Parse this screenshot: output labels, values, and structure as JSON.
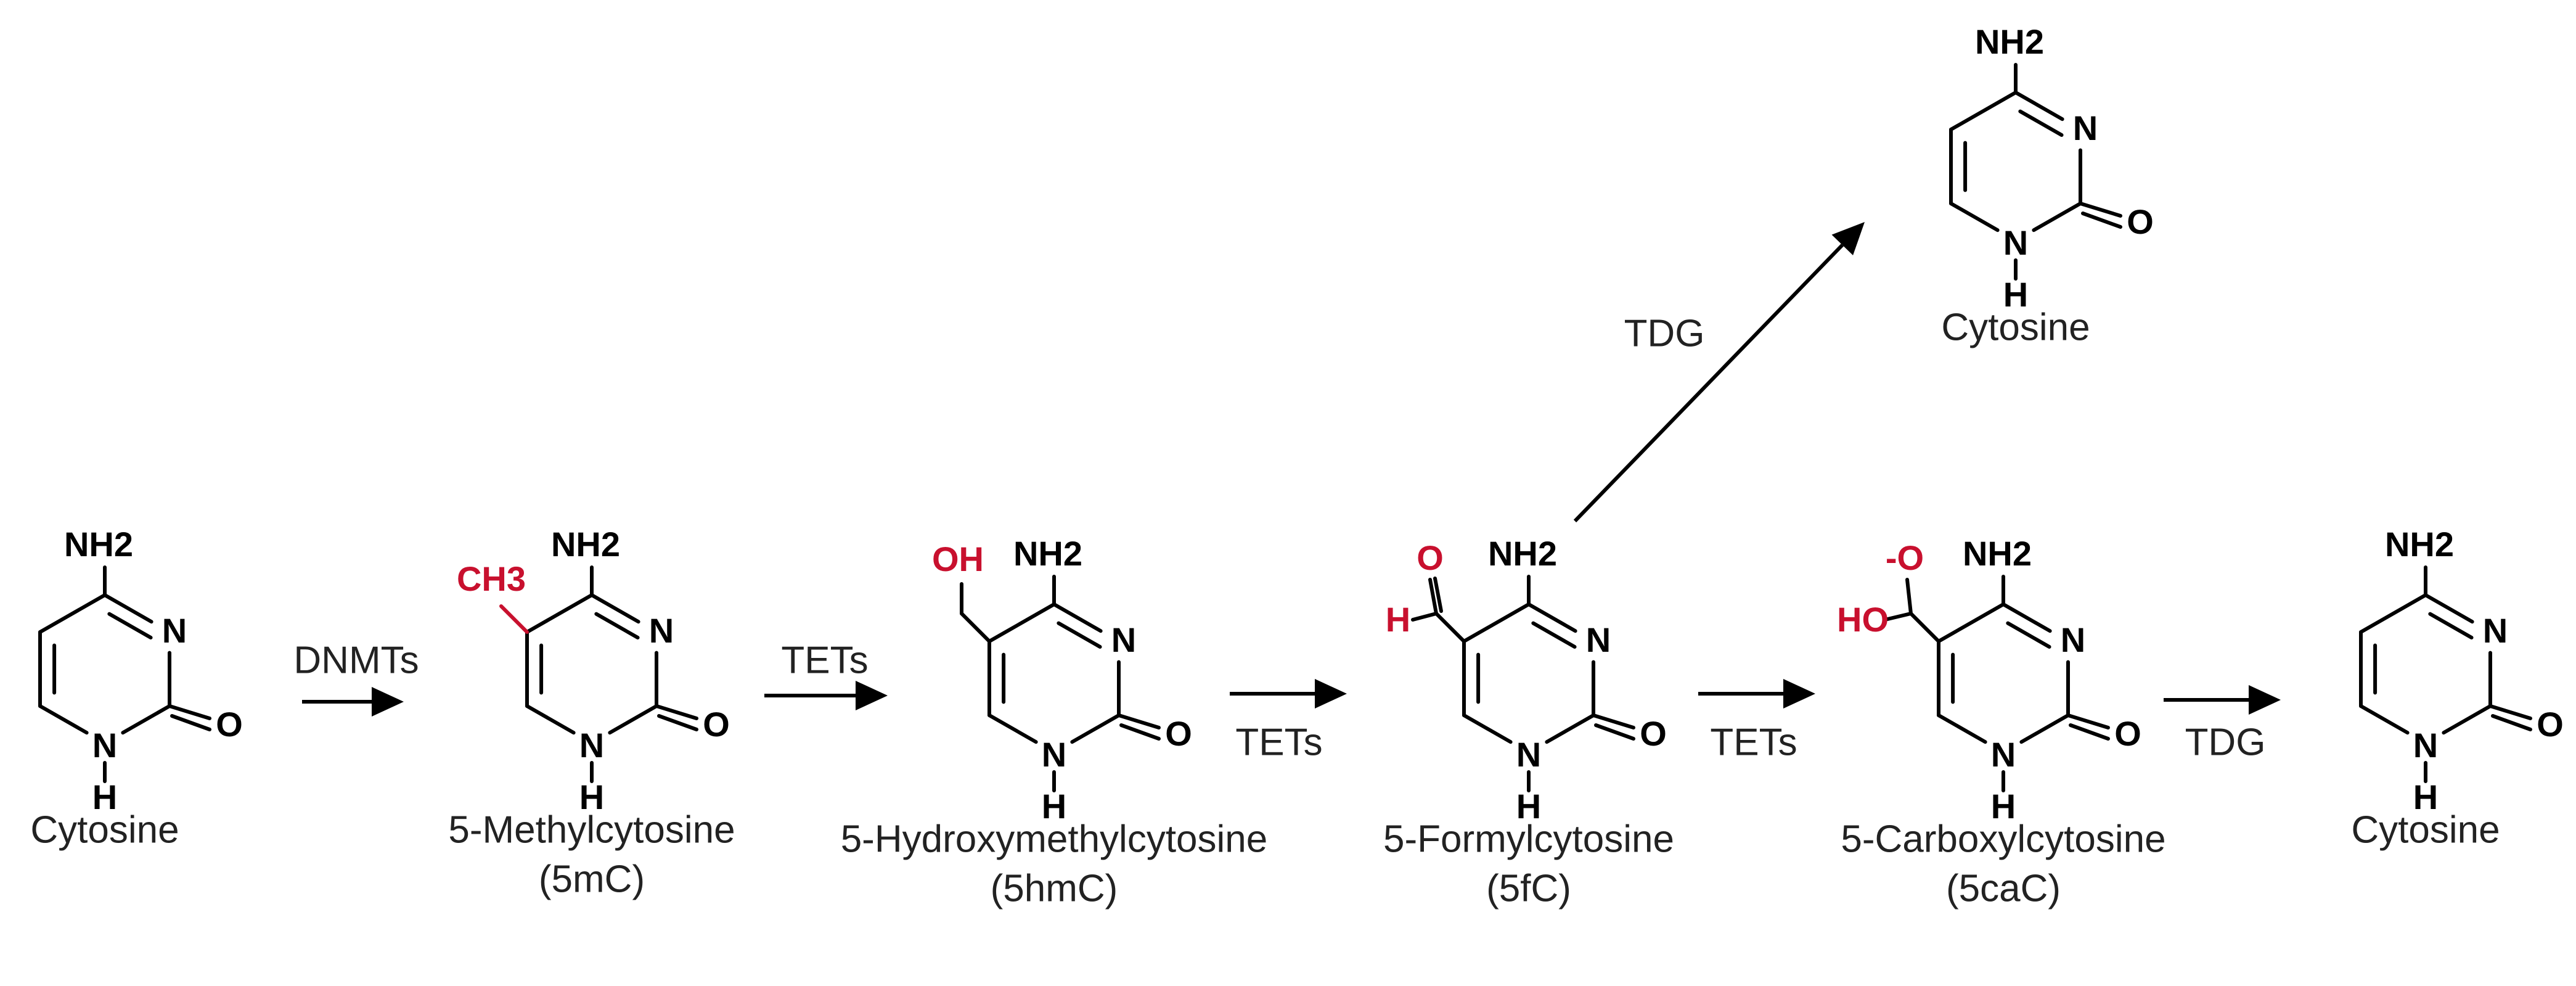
{
  "colors": {
    "bond": "#000000",
    "text": "#222222",
    "modification": "#c8102e"
  },
  "atoms": {
    "amine": "NH2",
    "ring_nitrogen": "N",
    "carbonyl_oxygen": "O",
    "ring_hydrogen": "H"
  },
  "molecules": [
    {
      "id": "cytosine",
      "name": "Cytosine",
      "abbr": "",
      "mod_kind": "none",
      "mod_labels": []
    },
    {
      "id": "5mc",
      "name": "5-Methylcytosine",
      "abbr": "(5mC)",
      "mod_kind": "methyl",
      "mod_labels": [
        "CH3"
      ]
    },
    {
      "id": "5hmc",
      "name": "5-Hydroxymethylcytosine",
      "abbr": "(5hmC)",
      "mod_kind": "hydroxymethyl",
      "mod_labels": [
        "OH"
      ]
    },
    {
      "id": "5fc",
      "name": "5-Formylcytosine",
      "abbr": "(5fC)",
      "mod_kind": "formyl",
      "mod_labels": [
        "O",
        "H"
      ]
    },
    {
      "id": "5cac",
      "name": "5-Carboxylcytosine",
      "abbr": "(5caC)",
      "mod_kind": "carboxyl",
      "mod_labels": [
        "-O",
        "HO"
      ]
    },
    {
      "id": "cytosine-end",
      "name": "Cytosine",
      "abbr": "",
      "mod_kind": "none",
      "mod_labels": []
    },
    {
      "id": "cytosine-top",
      "name": "Cytosine",
      "abbr": "",
      "mod_kind": "none",
      "mod_labels": []
    }
  ],
  "steps": [
    {
      "id": "dnmts",
      "enzyme": "DNMTs",
      "from": "cytosine",
      "to": "5mc",
      "label_side": "above"
    },
    {
      "id": "tets-1",
      "enzyme": "TETs",
      "from": "5mc",
      "to": "5hmc",
      "label_side": "above"
    },
    {
      "id": "tets-2",
      "enzyme": "TETs",
      "from": "5hmc",
      "to": "5fc",
      "label_side": "below"
    },
    {
      "id": "tets-3",
      "enzyme": "TETs",
      "from": "5fc",
      "to": "5cac",
      "label_side": "below"
    },
    {
      "id": "tdg-1",
      "enzyme": "TDG",
      "from": "5cac",
      "to": "cytosine-end",
      "label_side": "above"
    },
    {
      "id": "tdg-2",
      "enzyme": "TDG",
      "from": "5fc",
      "to": "cytosine-top",
      "label_side": "left"
    }
  ]
}
